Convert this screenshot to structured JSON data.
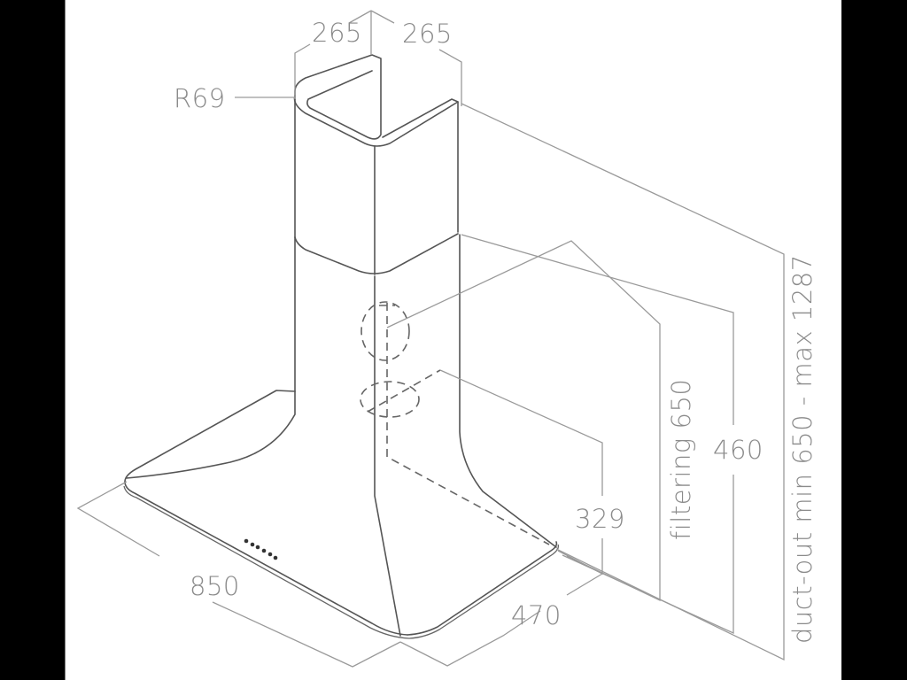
{
  "drawing": {
    "subject": "chimney cooker hood dimension drawing",
    "colors": {
      "background": "#ffffff",
      "frame": "#000000",
      "outline": "#555555",
      "dimension_line": "#9a9a9a",
      "dimension_text": "#8b8b8b"
    },
    "dimensions": {
      "chimney_width_left": "265",
      "chimney_width_right": "265",
      "corner_radius": "R69",
      "width": "850",
      "depth": "470",
      "canopy_height": "329",
      "filtering_height": "filtering 650",
      "chimney_lower_height": "460",
      "ductout_height": "duct-out min 650 - max 1287"
    },
    "control_buttons": 6
  }
}
